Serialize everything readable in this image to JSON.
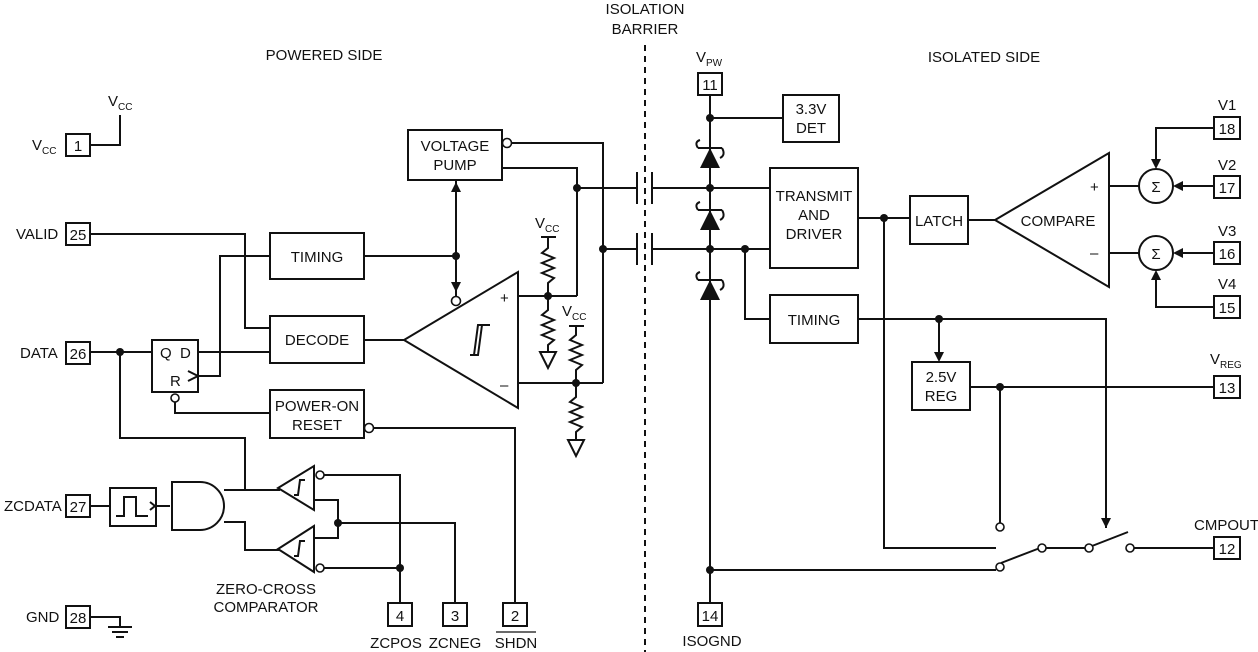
{
  "headers": {
    "powered_side": "POWERED SIDE",
    "isolation_line1": "ISOLATION",
    "isolation_line2": "BARRIER",
    "isolated_side": "ISOLATED SIDE"
  },
  "pins": {
    "vcc": {
      "label": "V",
      "sub": "CC",
      "num": "1"
    },
    "vcc_top": {
      "label": "V",
      "sub": "CC"
    },
    "valid": {
      "label": "VALID",
      "num": "25"
    },
    "data": {
      "label": "DATA",
      "num": "26"
    },
    "zcdata": {
      "label": "ZCDATA",
      "num": "27"
    },
    "gnd": {
      "label": "GND",
      "num": "28"
    },
    "zcpos": {
      "label": "ZCPOS",
      "num": "4"
    },
    "zcneg": {
      "label": "ZCNEG",
      "num": "3"
    },
    "shdn": {
      "label": "SHDN",
      "num": "2"
    },
    "vpw": {
      "label": "V",
      "sub": "PW",
      "num": "11"
    },
    "isognd": {
      "label": "ISOGND",
      "num": "14"
    },
    "v1": {
      "label": "V1",
      "num": "18"
    },
    "v2": {
      "label": "V2",
      "num": "17"
    },
    "v3": {
      "label": "V3",
      "num": "16"
    },
    "v4": {
      "label": "V4",
      "num": "15"
    },
    "vreg": {
      "label": "V",
      "sub": "REG",
      "num": "13"
    },
    "cmpout": {
      "label": "CMPOUT",
      "num": "12"
    }
  },
  "blocks": {
    "voltage_pump": [
      "VOLTAGE",
      "PUMP"
    ],
    "timing_left": "TIMING",
    "decode": "DECODE",
    "power_on_reset": [
      "POWER-ON",
      "RESET"
    ],
    "det33": [
      "3.3V",
      "DET"
    ],
    "transmit": [
      "TRANSMIT",
      "AND",
      "DRIVER"
    ],
    "latch": "LATCH",
    "compare": "COMPARE",
    "timing_right": "TIMING",
    "reg25": [
      "2.5V",
      "REG"
    ],
    "zero_cross": [
      "ZERO-CROSS",
      "COMPARATOR"
    ]
  },
  "flipflop": {
    "q": "Q",
    "d": "D",
    "r": "R"
  },
  "symbols": {
    "plus": "+",
    "minus": "–",
    "sigma": "Σ",
    "vcc": "V",
    "vcc_sub": "CC"
  }
}
